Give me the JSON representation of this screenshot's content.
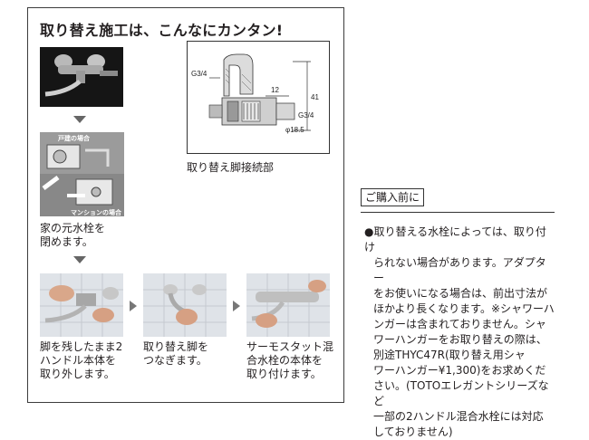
{
  "title": "取り替え施工は、こんなにカンタン!",
  "steps": {
    "valve_caption_line1": "家の元水栓を",
    "valve_caption_line2": "閉めます。",
    "house_label": "戸建の場合",
    "mansion_label": "マンションの場合",
    "step1_line1": "脚を残したまま2",
    "step1_line2": "ハンドル本体を",
    "step1_line3": "取り外します。",
    "step2_line1": "取り替え脚を",
    "step2_line2": "つなぎます。",
    "step3_line1": "サーモスタット混",
    "step3_line2": "合水栓の本体を",
    "step3_line3": "取り付けます。"
  },
  "diagram": {
    "caption": "取り替え脚接続部",
    "label_g34_top": "G3/4",
    "label_12": "12",
    "label_41": "41",
    "label_g34_right": "G3/4",
    "label_diam": "φ18.5"
  },
  "note": {
    "title": "ご購入前に",
    "lines": [
      "●取り替える水栓によっては、取り付け",
      "られない場合があります。アダプター",
      "をお使いになる場合は、前出寸法が",
      "ほかより長くなります。※シャワーハ",
      "ンガーは含まれておりません。シャ",
      "ワーハンガーをお取り替えの際は、",
      "別途THYC47R(取り替え用シャ",
      "ワーハンガー¥1,300)をお求めくだ",
      "さい。(TOTOエレガントシリーズなど",
      "一部の2ハンドル混合水栓には対応",
      "しておりません)"
    ]
  },
  "colors": {
    "border": "#3c3c3c",
    "arrow": "#666666",
    "text": "#231f20"
  }
}
